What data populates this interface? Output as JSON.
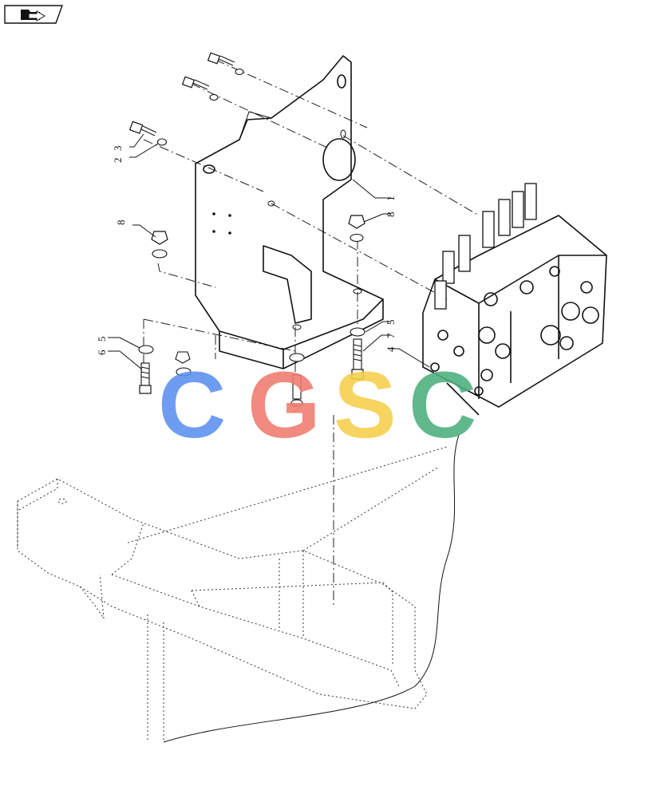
{
  "header": {
    "icon": "arrow-folder-icon"
  },
  "callouts": {
    "c1": "1",
    "c2": "2",
    "c3": "3",
    "c4": "4",
    "c5a": "5",
    "c5b": "5",
    "c6": "6",
    "c7": "7",
    "c8a": "8",
    "c8b": "8"
  },
  "watermark": {
    "letters": [
      "C",
      "G",
      "S",
      "C"
    ],
    "colors": [
      "#5b8ff0",
      "#f07a6e",
      "#f5cf4a",
      "#4caf7d"
    ]
  }
}
